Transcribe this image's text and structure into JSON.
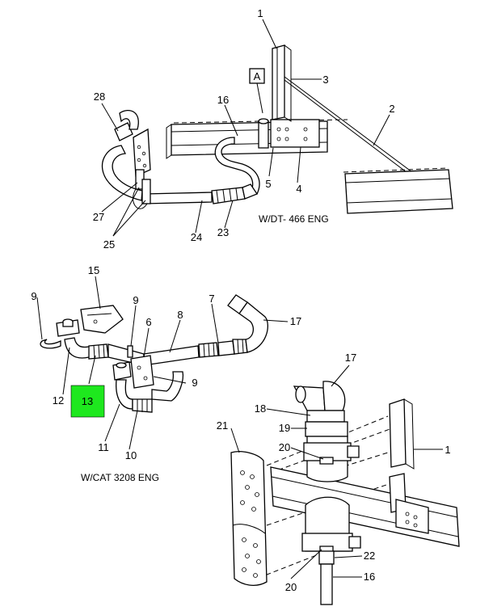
{
  "callouts": {
    "c1_top": "1",
    "c3": "3",
    "c2": "2",
    "c_A": "A",
    "c28": "28",
    "c16_top": "16",
    "c5": "5",
    "c4": "4",
    "c27": "27",
    "c25": "25",
    "c24": "24",
    "c23": "23",
    "c15": "15",
    "c9_left": "9",
    "c9_mid": "9",
    "c9_right": "9",
    "c8": "8",
    "c7": "7",
    "c17_mid": "17",
    "c6": "6",
    "c12": "12",
    "c13": "13",
    "c11": "11",
    "c10": "10",
    "c17_low": "17",
    "c21": "21",
    "c18": "18",
    "c19": "19",
    "c20_top": "20",
    "c1_low": "1",
    "c22": "22",
    "c16_low": "16",
    "c20_low": "20"
  },
  "captions": {
    "dt466": "W/DT- 466 ENG",
    "cat3208": "W/CAT 3208 ENG"
  },
  "colors": {
    "highlight": "#1ee81e",
    "line": "#000000",
    "background": "#ffffff"
  }
}
